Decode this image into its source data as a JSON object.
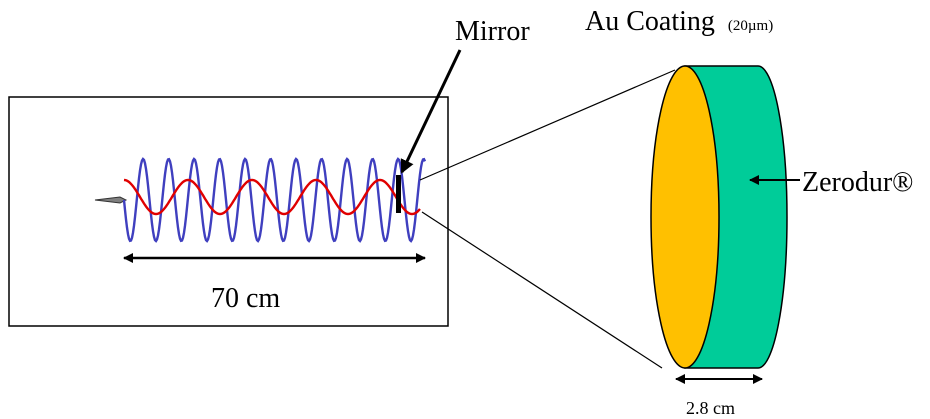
{
  "labels": {
    "mirror": "Mirror",
    "coating_main": "Au Coating",
    "coating_thickness": "(20µm)",
    "material": "Zerodur®",
    "length": "70 cm",
    "disk_thickness": "2.8 cm"
  },
  "colors": {
    "standing_wave": "#3f3fbf",
    "red_wave": "#e00000",
    "gold_face": "#ffc000",
    "zerodur_body": "#00cc99",
    "outline": "#000000"
  }
}
